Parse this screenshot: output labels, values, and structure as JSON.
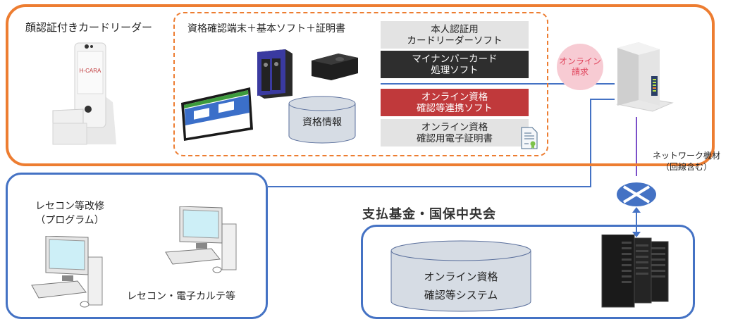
{
  "colors": {
    "orange": "#ed7d31",
    "blue": "#4472c4",
    "purple": "#7b4fc9",
    "gray_box": "#e3e3e3",
    "dark_box": "#2e2e2e",
    "red_box": "#c0393b",
    "pink_circle": "#f7cbd3",
    "pink_text": "#e0435b",
    "cylinder_fill": "#d6dce4"
  },
  "medical_institution": {
    "face_reader": {
      "title": "顔認証付きカードリーダー",
      "brand": "H-CARA"
    },
    "terminal_group": {
      "title": "資格確認端末＋基本ソフト＋証明書",
      "database_label": "資格情報"
    },
    "software": [
      {
        "label": "本人認証用\nカードリーダーソフト",
        "style": "gray"
      },
      {
        "label": "マイナンバーカード\n処理ソフト",
        "style": "dark"
      },
      {
        "label": "オンライン資格\n確認等連携ソフト",
        "style": "red"
      },
      {
        "label": "オンライン資格\n確認用電子証明書",
        "style": "gray"
      }
    ],
    "online_billing": "オンライン\n請求",
    "network_equipment": "ネットワーク機材\n（回線含む）"
  },
  "receipt_system": {
    "modification_label": "レセコン等改修\n（プログラム）",
    "system_label": "レセコン・電子カルテ等"
  },
  "fund": {
    "title": "支払基金・国保中央会",
    "database_label": "オンライン資格\n確認等システム"
  }
}
